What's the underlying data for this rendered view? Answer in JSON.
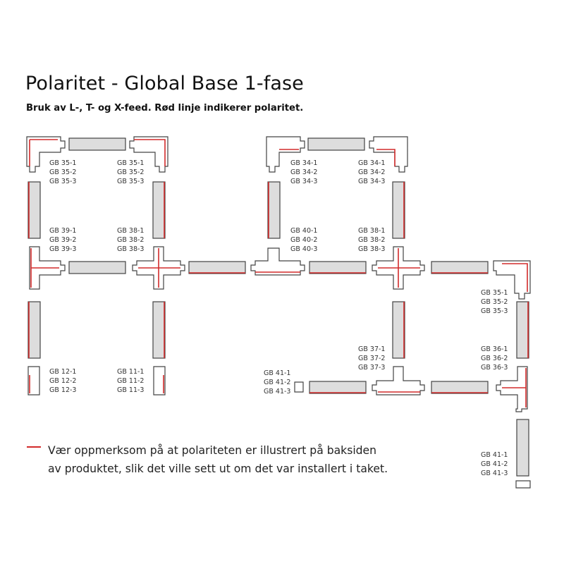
{
  "title": "Polaritet - Global Base 1-fase",
  "subtitle": "Bruk av L-, T- og X-feed. Rød linje indikerer polaritet.",
  "note": {
    "line1": "Vær oppmerksom på at polariteten er illustrert på baksiden",
    "line2": "av produktet, slik det ville sett ut om det var installert i taket."
  },
  "colors": {
    "polarity": "#d22b2b",
    "track_fill": "#dddddd",
    "outline": "#444444",
    "text": "#111111"
  },
  "labels": {
    "gb35_tl": [
      "GB 35-1",
      "GB 35-2",
      "GB 35-3"
    ],
    "gb35_tr": [
      "GB 35-1",
      "GB 35-2",
      "GB 35-3"
    ],
    "gb34_tl": [
      "GB 34-1",
      "GB 34-2",
      "GB 34-3"
    ],
    "gb34_tr": [
      "GB 34-1",
      "GB 34-2",
      "GB 34-3"
    ],
    "gb39": [
      "GB 39-1",
      "GB 39-2",
      "GB 39-3"
    ],
    "gb38_a": [
      "GB 38-1",
      "GB 38-2",
      "GB 38-3"
    ],
    "gb40": [
      "GB 40-1",
      "GB 40-2",
      "GB 40-3"
    ],
    "gb38_b": [
      "GB 38-1",
      "GB 38-2",
      "GB 38-3"
    ],
    "gb35_r": [
      "GB 35-1",
      "GB 35-2",
      "GB 35-3"
    ],
    "gb37": [
      "GB 37-1",
      "GB 37-2",
      "GB 37-3"
    ],
    "gb36": [
      "GB 36-1",
      "GB 36-2",
      "GB 36-3"
    ],
    "gb12": [
      "GB 12-1",
      "GB 12-2",
      "GB 12-3"
    ],
    "gb11": [
      "GB 11-1",
      "GB 11-2",
      "GB 11-3"
    ],
    "gb41_a": [
      "GB 41-1",
      "GB 41-2",
      "GB 41-3"
    ],
    "gb41_b": [
      "GB 41-1",
      "GB 41-2",
      "GB 41-3"
    ]
  }
}
